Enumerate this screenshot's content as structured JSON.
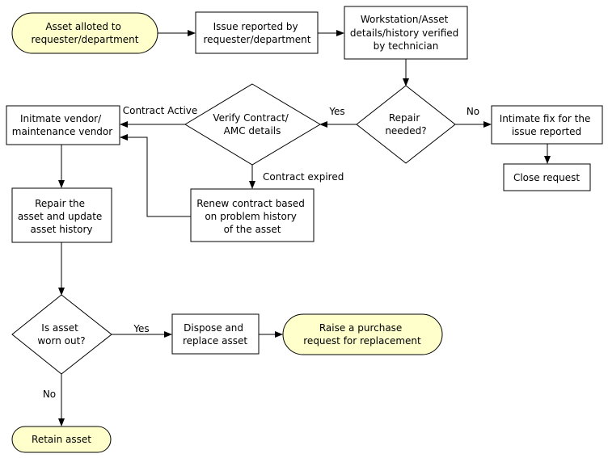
{
  "colors": {
    "terminal_fill": "#ffffcc",
    "box_fill": "#ffffff",
    "line": "#000000"
  },
  "nodes": {
    "start": [
      "Asset alloted to",
      "requester/department"
    ],
    "issue_reported": [
      "Issue reported by",
      "requester/department"
    ],
    "details_verified": [
      "Workstation/Asset",
      "details/history verified",
      "by technician"
    ],
    "repair_needed": [
      "Repair",
      "needed?"
    ],
    "intimate_fix": [
      "Intimate fix for the",
      "issue reported"
    ],
    "close_request": [
      "Close request"
    ],
    "verify_contract": [
      "Verify Contract/",
      "AMC details"
    ],
    "intimate_vendor": [
      "Initmate vendor/",
      "maintenance vendor"
    ],
    "renew_contract": [
      "Renew contract based",
      "on problem history",
      "of the asset"
    ],
    "repair_asset": [
      "Repair the",
      "asset and update",
      "asset history"
    ],
    "worn_out": [
      "Is asset",
      "worn out?"
    ],
    "dispose": [
      "Dispose and",
      "replace asset"
    ],
    "purchase": [
      "Raise a purchase",
      "request for replacement"
    ],
    "retain": [
      "Retain asset"
    ]
  },
  "edge_labels": {
    "yes_repair": "Yes",
    "no_repair": "No",
    "contract_active": "Contract Active",
    "contract_expired": "Contract expired",
    "yes_worn": "Yes",
    "no_worn": "No"
  }
}
